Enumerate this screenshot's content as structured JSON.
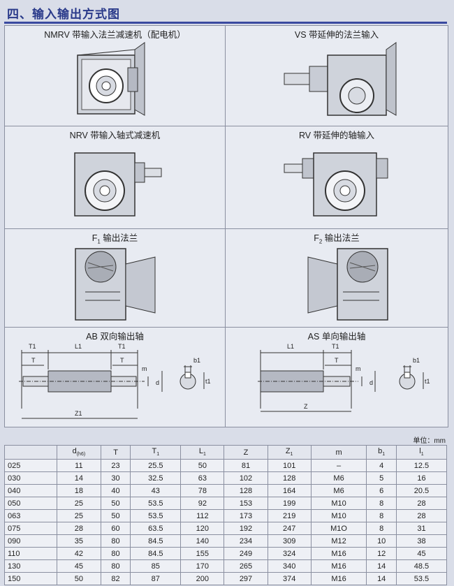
{
  "title": "四、输入输出方式图",
  "panels": {
    "nmrv": "NMRV 带输入法兰减速机（配电机）",
    "vs": "VS 带延伸的法兰输入",
    "nrv": "NRV 带输入轴式减速机",
    "rv": "RV 带延伸的轴输入",
    "f1_main": "F",
    "f1_sub": "1",
    "f1_rest": " 输出法兰",
    "f2_main": "F",
    "f2_sub": "2",
    "f2_rest": " 输出法兰",
    "ab": "AB 双向输出轴",
    "as": "AS 单向输出轴"
  },
  "dims_ab": {
    "t1a": "T1",
    "l1": "L1",
    "t1b": "T1",
    "t": "T",
    "t2": "T",
    "m": "m",
    "d": "d",
    "z1": "Z1",
    "b1": "b1",
    "tt1": "t1"
  },
  "dims_as": {
    "l1": "L1",
    "t1": "T1",
    "t": "T",
    "m": "m",
    "d": "d",
    "z": "Z",
    "b1": "b1",
    "tt1": "t1"
  },
  "unit": "单位：mm",
  "table": {
    "headers": [
      {
        "main": "",
        "sub": ""
      },
      {
        "main": "d",
        "sub": "(h6)"
      },
      {
        "main": "T",
        "sub": ""
      },
      {
        "main": "T",
        "sub": "1"
      },
      {
        "main": "L",
        "sub": "1"
      },
      {
        "main": "Z",
        "sub": ""
      },
      {
        "main": "Z",
        "sub": "1"
      },
      {
        "main": "m",
        "sub": ""
      },
      {
        "main": "b",
        "sub": "1"
      },
      {
        "main": "l",
        "sub": "1"
      }
    ],
    "rows": [
      [
        "025",
        "11",
        "23",
        "25.5",
        "50",
        "81",
        "101",
        "–",
        "4",
        "12.5"
      ],
      [
        "030",
        "14",
        "30",
        "32.5",
        "63",
        "102",
        "128",
        "M6",
        "5",
        "16"
      ],
      [
        "040",
        "18",
        "40",
        "43",
        "78",
        "128",
        "164",
        "M6",
        "6",
        "20.5"
      ],
      [
        "050",
        "25",
        "50",
        "53.5",
        "92",
        "153",
        "199",
        "M10",
        "8",
        "28"
      ],
      [
        "063",
        "25",
        "50",
        "53.5",
        "112",
        "173",
        "219",
        "M10",
        "8",
        "28"
      ],
      [
        "075",
        "28",
        "60",
        "63.5",
        "120",
        "192",
        "247",
        "M1O",
        "8",
        "31"
      ],
      [
        "090",
        "35",
        "80",
        "84.5",
        "140",
        "234",
        "309",
        "M12",
        "10",
        "38"
      ],
      [
        "110",
        "42",
        "80",
        "84.5",
        "155",
        "249",
        "324",
        "M16",
        "12",
        "45"
      ],
      [
        "130",
        "45",
        "80",
        "85",
        "170",
        "265",
        "340",
        "M16",
        "14",
        "48.5"
      ],
      [
        "150",
        "50",
        "82",
        "87",
        "200",
        "297",
        "374",
        "M16",
        "14",
        "53.5"
      ]
    ]
  }
}
